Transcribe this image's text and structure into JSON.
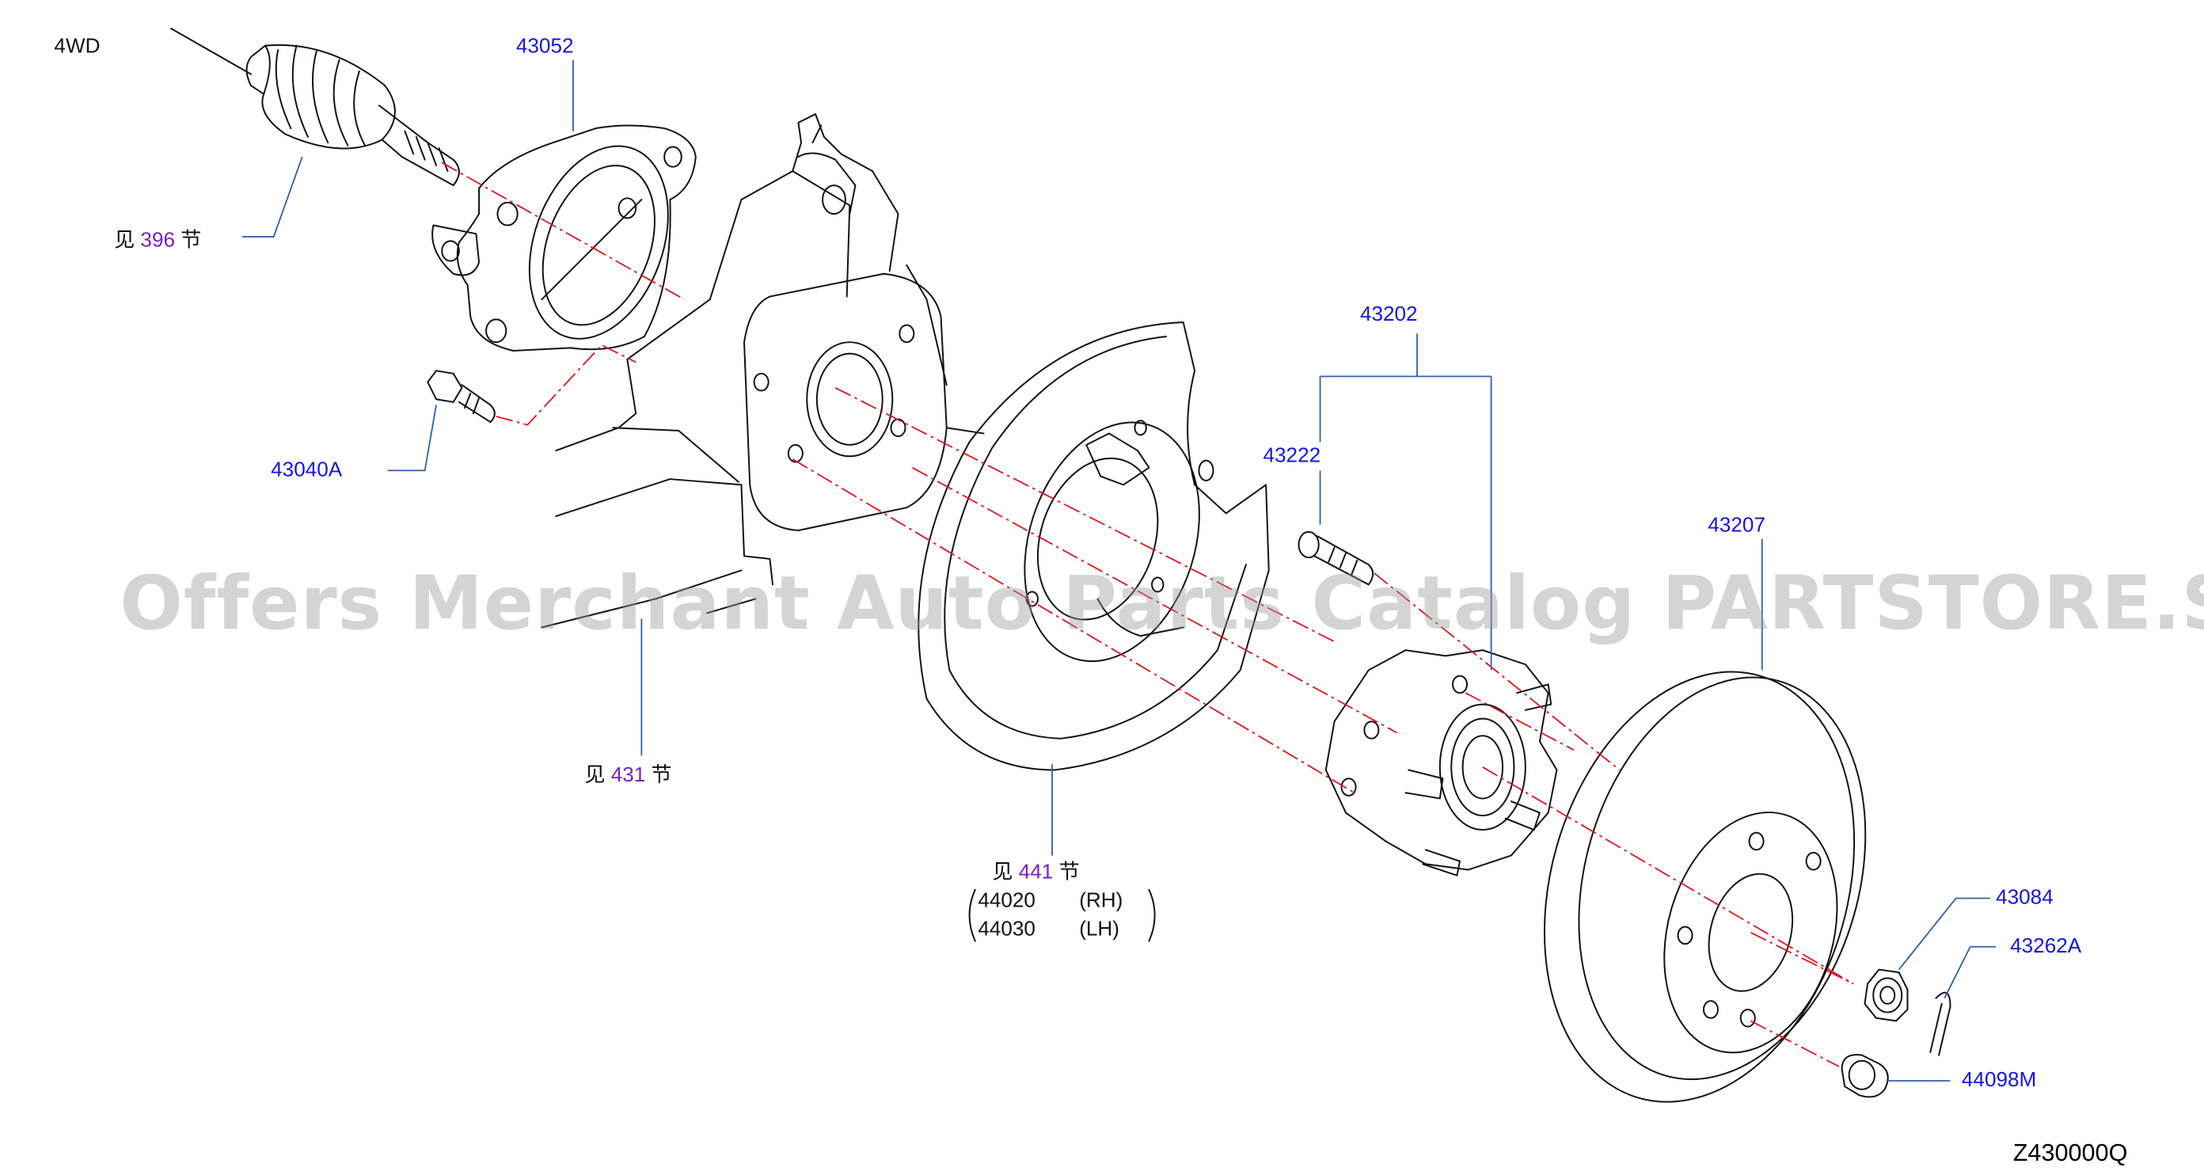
{
  "header": {
    "variant": "4WD"
  },
  "labels": {
    "p43052": "43052",
    "p43040a": "43040A",
    "p43202": "43202",
    "p43222": "43222",
    "p43207": "43207",
    "p43084": "43084",
    "p43262a": "43262A",
    "p44098m": "44098M",
    "p44020": "44020",
    "p44030": "44030",
    "rh": "(RH)",
    "lh": "(LH)"
  },
  "section_refs": [
    {
      "prefix": "见",
      "number": "396",
      "suffix": "节"
    },
    {
      "prefix": "见",
      "number": "431",
      "suffix": "节"
    },
    {
      "prefix": "见",
      "number": "441",
      "suffix": "节"
    }
  ],
  "watermark": "Offers Merchant Auto Parts Catalog PARTSTORE.SA",
  "diagram_code": "Z430000Q",
  "colors": {
    "part_number": "#1414e6",
    "section_number": "#7a1fc8",
    "leader_line": "#2f5fa8",
    "center_line": "#e0141e",
    "drawing": "#111111"
  }
}
